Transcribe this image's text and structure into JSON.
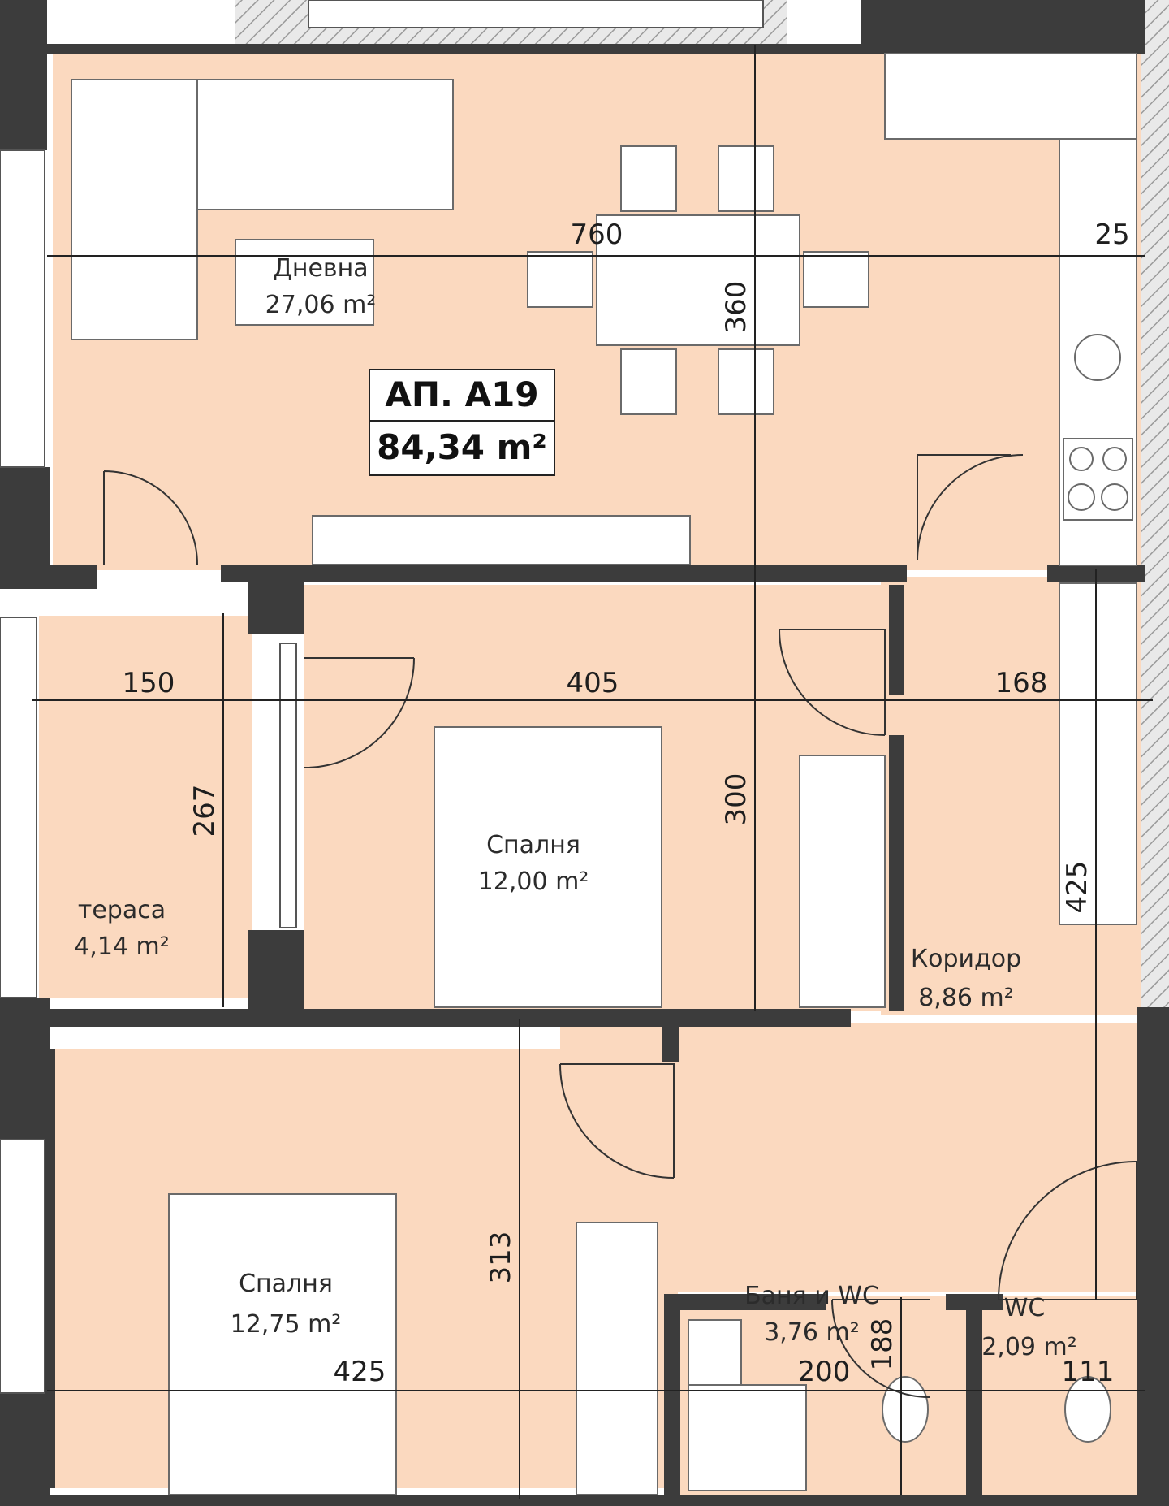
{
  "apartment": {
    "code": "АП. А19",
    "total_area": "84,34 m²"
  },
  "rooms": {
    "living": {
      "name": "Дневна",
      "area": "27,06 m²"
    },
    "terrace": {
      "name": "тераса",
      "area": "4,14 m²"
    },
    "bedroom1": {
      "name": "Спалня",
      "area": "12,00 m²"
    },
    "corridor": {
      "name": "Коридор",
      "area": "8,86 m²"
    },
    "bedroom2": {
      "name": "Спалня",
      "area": "12,75 m²"
    },
    "bathroom": {
      "name": "Баня и WC",
      "area": "3,76 m²"
    },
    "wc": {
      "name": "WC",
      "area": "2,09 m²"
    }
  },
  "dimensions": {
    "living_width": "760",
    "living_right": "25",
    "living_depth": "360",
    "terrace_width": "150",
    "bedroom1_width": "405",
    "corridor_width": "168",
    "terrace_depth": "267",
    "bedroom1_depth": "300",
    "corridor_depth": "425",
    "bedroom2_depth": "313",
    "bedroom2_width": "425",
    "bathroom_width": "200",
    "bathroom_depth": "188",
    "wc_width": "111"
  },
  "colors": {
    "floor": "#fbd9bf",
    "wall": "#3c3c3c",
    "furniture": "#ffffff",
    "line": "#222222"
  }
}
